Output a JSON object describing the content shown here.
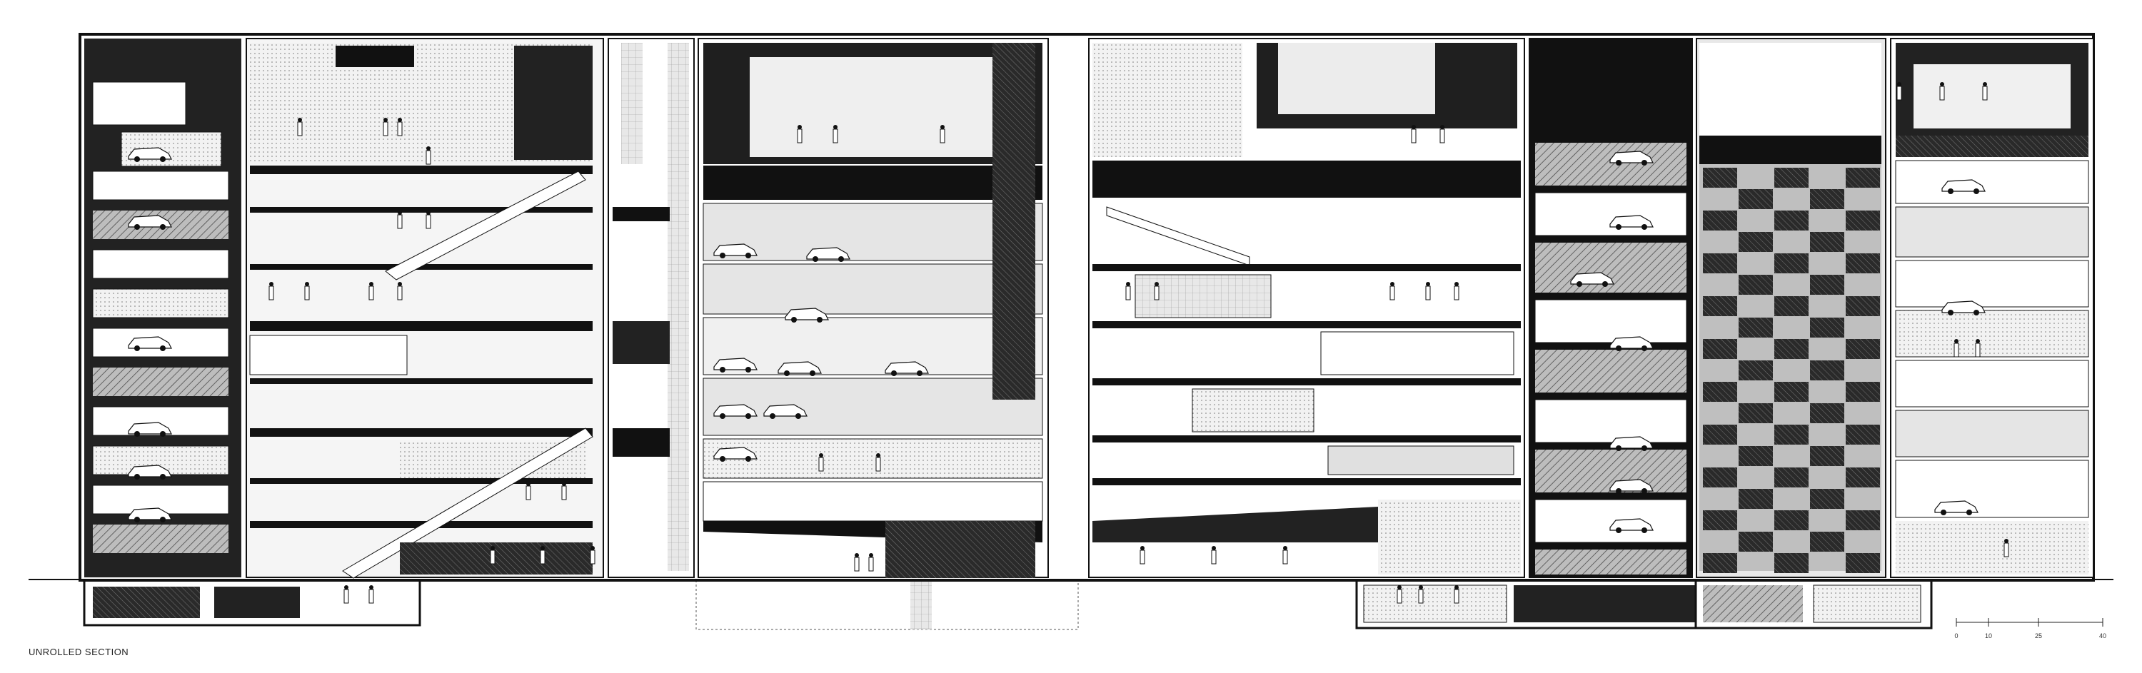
{
  "caption": "UNROLLED SECTION",
  "scale": {
    "labels": [
      "0",
      "10",
      "25",
      "40"
    ]
  },
  "colors": {
    "ink": "#111111",
    "void": "#1a1a1a",
    "paper": "#ffffff",
    "light_hatch": "#dcdcdc",
    "mid_fill": "#8a8a8a"
  }
}
